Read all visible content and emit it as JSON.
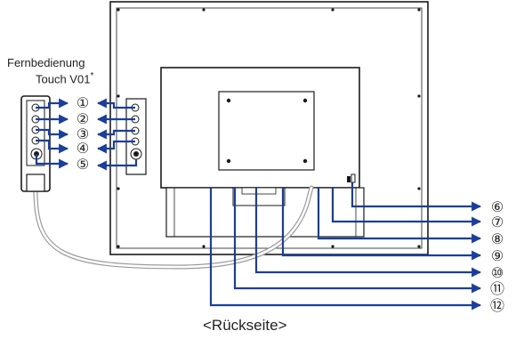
{
  "remote": {
    "name_line1": "Fernbedienung",
    "name_line2": "Touch V01",
    "asterisk": "*"
  },
  "left_callouts": [
    "①",
    "②",
    "③",
    "④",
    "⑤"
  ],
  "right_callouts": [
    "⑥",
    "⑦",
    "⑧",
    "⑨",
    "⑩",
    "⑪",
    "⑫"
  ],
  "caption": "<Rückseite>",
  "colors": {
    "arrow": "#1a3e9a",
    "outline": "#1a1a1a",
    "cable": "#9a9a9a"
  }
}
